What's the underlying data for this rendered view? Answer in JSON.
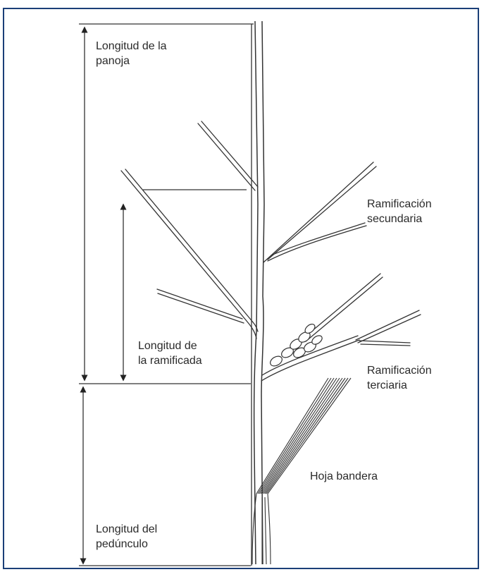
{
  "caption": "",
  "labels": {
    "panicle_length": [
      "Longitud de la",
      "panoja"
    ],
    "branch_length": [
      "Longitud de",
      "la ramificada"
    ],
    "peduncle_length": [
      "Longitud del",
      "pedúnculo"
    ],
    "secondary_branch": [
      "Ramificación",
      "secundaria"
    ],
    "tertiary_branch": [
      "Ramificación",
      "terciaria"
    ],
    "flag_leaf": "Hoja bandera"
  },
  "colors": {
    "frame": "#1b3f78",
    "ink": "#2a2a2a"
  }
}
